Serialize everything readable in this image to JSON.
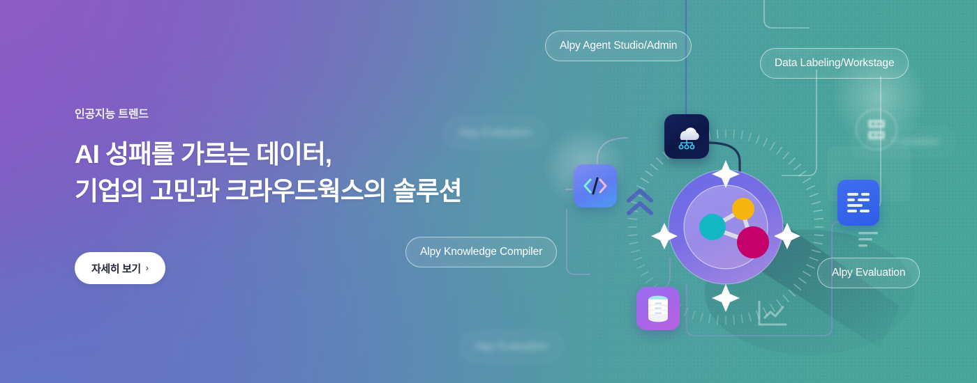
{
  "banner": {
    "eyebrow": "인공지능 트렌드",
    "headline": "AI 성패를 가르는 데이터,\n기업의 고민과 크라우드웍스의 솔루션",
    "cta": {
      "label": "자세히 보기",
      "chevron": "›"
    },
    "colors": {
      "gradient_left": "#8159c4",
      "gradient_mid": "#6188b4",
      "gradient_right": "#47a498",
      "cta_background": "#ffffff",
      "cta_text": "#222634",
      "chip_text": "#ffffff",
      "sphere_outer": "#6a6de0",
      "sphere_inner": "#9b8ce8",
      "node_yellow": "#f5b511",
      "node_cyan": "#14b8c4",
      "node_magenta": "#c4006b",
      "tile_cloud": "#0d1746",
      "tile_code": "#5d7df2",
      "tile_db": "#a465ea",
      "tile_doc": "#2f5de8"
    }
  },
  "chips": [
    {
      "label": "Alpy Agent Studio/Admin",
      "name": "chip-alpy-agent-studio-admin"
    },
    {
      "label": "Data Labeling/Workstage",
      "name": "chip-data-labeling-workstage"
    },
    {
      "label": "Alpy Knowledge Compiler",
      "name": "chip-alpy-knowledge-compiler"
    },
    {
      "label": "Alpy Evaluation",
      "name": "chip-alpy-evaluation"
    }
  ],
  "ghost_chips": [
    {
      "label": "Alpy Evaluation",
      "name": "ghost-chip-alpy-evaluation-top"
    },
    {
      "label": "Alpy Evaluation",
      "name": "ghost-chip-alpy-evaluation-right"
    },
    {
      "label": "Alpy Evaluation",
      "name": "ghost-chip-alpy-evaluation-bottom"
    }
  ],
  "icons": {
    "cloud": "cloud-network-icon",
    "code": "code-brackets-icon",
    "database": "database-icon",
    "document": "document-lines-icon",
    "server": "server-rack-icon",
    "chart": "line-chart-icon",
    "chevrons": "double-chevron-up-icon",
    "network": "network-nodes-icon",
    "sparkle": "sparkle-star-icon"
  }
}
